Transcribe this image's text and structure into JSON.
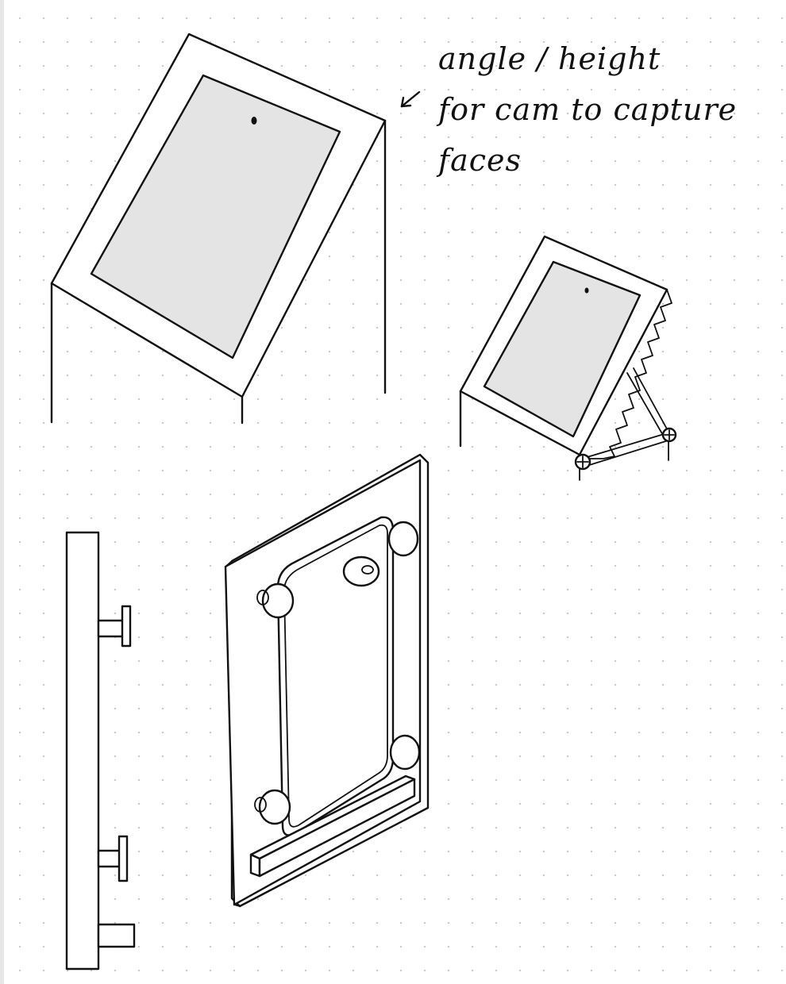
{
  "annotation": {
    "line1": "angle / height",
    "line2": "for cam to capture",
    "line3": "faces"
  },
  "colors": {
    "ink": "#111111",
    "screen_fill": "#e4e4e4",
    "grid_dot": "#c9c9c9",
    "background": "#ffffff"
  }
}
